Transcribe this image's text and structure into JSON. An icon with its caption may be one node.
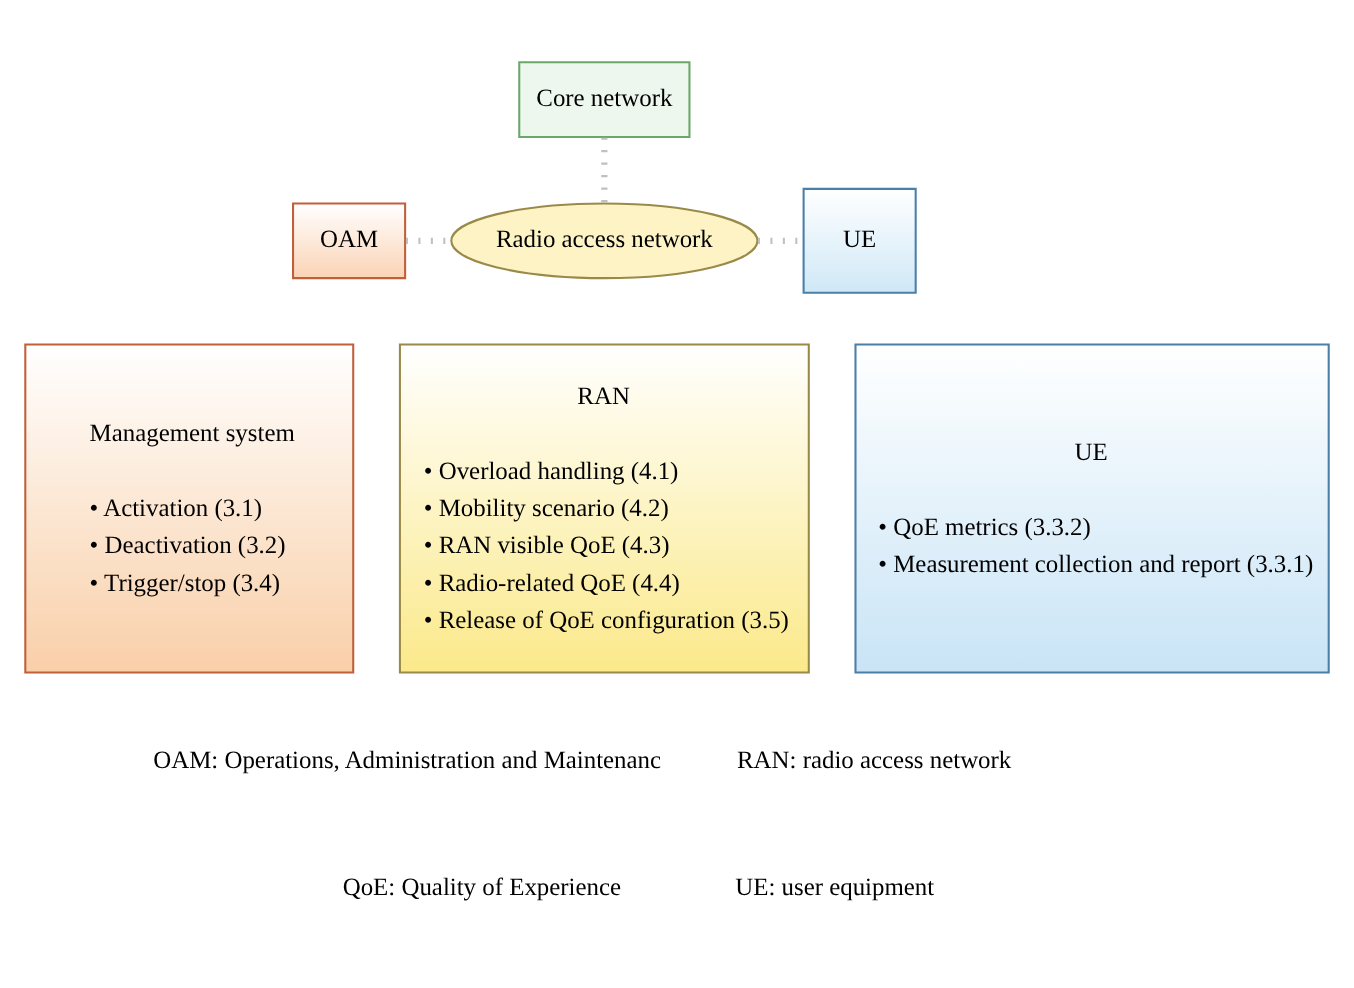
{
  "diagram": {
    "nodes": [
      {
        "text": [
          "Core network"
        ]
      },
      {
        "text": [
          "Radio access network"
        ]
      },
      {
        "text": [
          "UE"
        ]
      },
      {
        "text": [
          "OAM"
        ]
      },
      {
        "text": [
          "Management system",
          "• Activation (3.1)",
          "• Deactivation (3.2)",
          "• Trigger/stop (3.4)"
        ]
      },
      {
        "text": [
          "RAN",
          "• Overload handling (4.1)",
          "• Mobility scenario (4.2)",
          "• RAN visible QoE (4.3)",
          "• Radio-related QoE (4.4)",
          "• Release of QoE configuration (3.5)"
        ]
      },
      {
        "text": [
          "UE",
          "• QoE metrics (3.3.2)",
          "• Measurement collection and report (3.3.1)"
        ]
      }
    ],
    "edges": [
      {
        "from": 0,
        "to": 1,
        "arrow": "none",
        "style": "dashed"
      },
      {
        "from": 3,
        "to": 1,
        "arrow": "none",
        "style": "dashed"
      },
      {
        "from": 1,
        "to": 2,
        "arrow": "none",
        "style": "dashed"
      }
    ],
    "labels": [
      "OAM: Operations, Administration and Maintenanc",
      "RAN: radio access network",
      "QoE: Quality of Experience",
      "UE: user equipment"
    ]
  }
}
